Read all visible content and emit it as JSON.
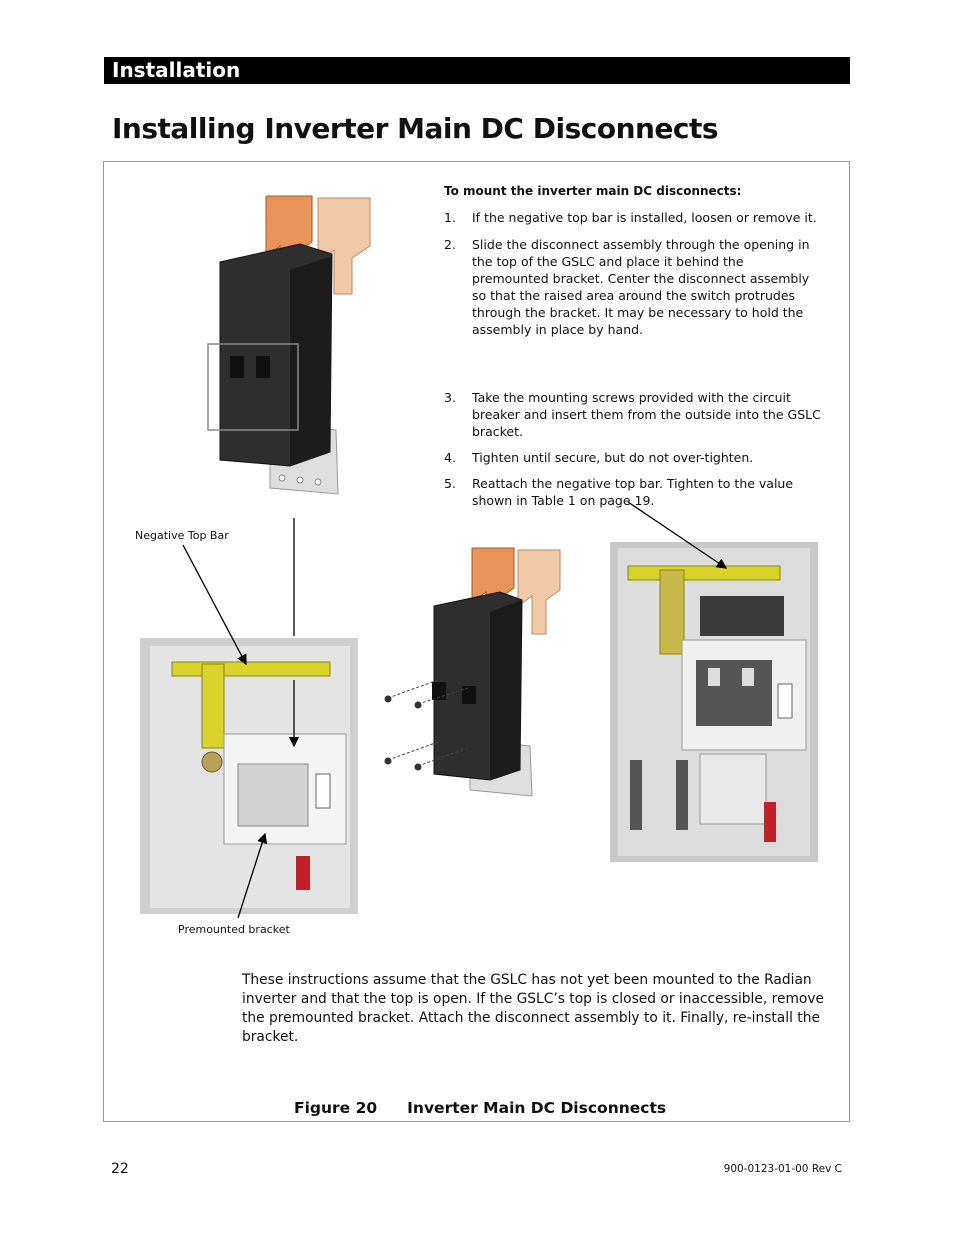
{
  "header": {
    "section": "Installation"
  },
  "title": "Installing Inverter Main DC Disconnects",
  "instructions": {
    "heading": "To mount the inverter main DC disconnects:",
    "steps": [
      {
        "num": "1.",
        "text": "If the negative top bar is installed, loosen or remove it."
      },
      {
        "num": "2.",
        "text": "Slide the disconnect assembly through the opening in the top of the GSLC and place it behind the premounted bracket.  Center the disconnect assembly so that the raised area around the switch protrudes through the bracket.  It may be necessary to hold the assembly in place by hand."
      },
      {
        "num": "3.",
        "text": "Take the mounting screws provided with the circuit breaker and insert them from the outside into the GSLC bracket."
      },
      {
        "num": "4.",
        "text": "Tighten until secure, but do not over-tighten."
      },
      {
        "num": "5.",
        "text": "Reattach the negative top bar.  Tighten to the value shown in Table 1 on page 19."
      }
    ]
  },
  "labels": {
    "negative_top_bar": "Negative Top Bar",
    "premounted_bracket": "Premounted bracket"
  },
  "note": "These instructions assume that the GSLC has not yet been mounted to the Radian inverter and that the top is open.  If the GSLC’s top is closed or inaccessible, remove the premounted bracket.  Attach the disconnect assembly to it.  Finally, re-install the bracket.",
  "caption": {
    "number": "Figure 20",
    "text": "Inverter Main DC Disconnects"
  },
  "footer": {
    "page": "22",
    "doc": "900-0123-01-00 Rev C"
  },
  "colors": {
    "copper": "#e8935a",
    "tinned": "#f2c9a6",
    "breaker": "#2a2a2a",
    "bar_yellow": "#d8d22a",
    "handle_red": "#c0202a"
  }
}
